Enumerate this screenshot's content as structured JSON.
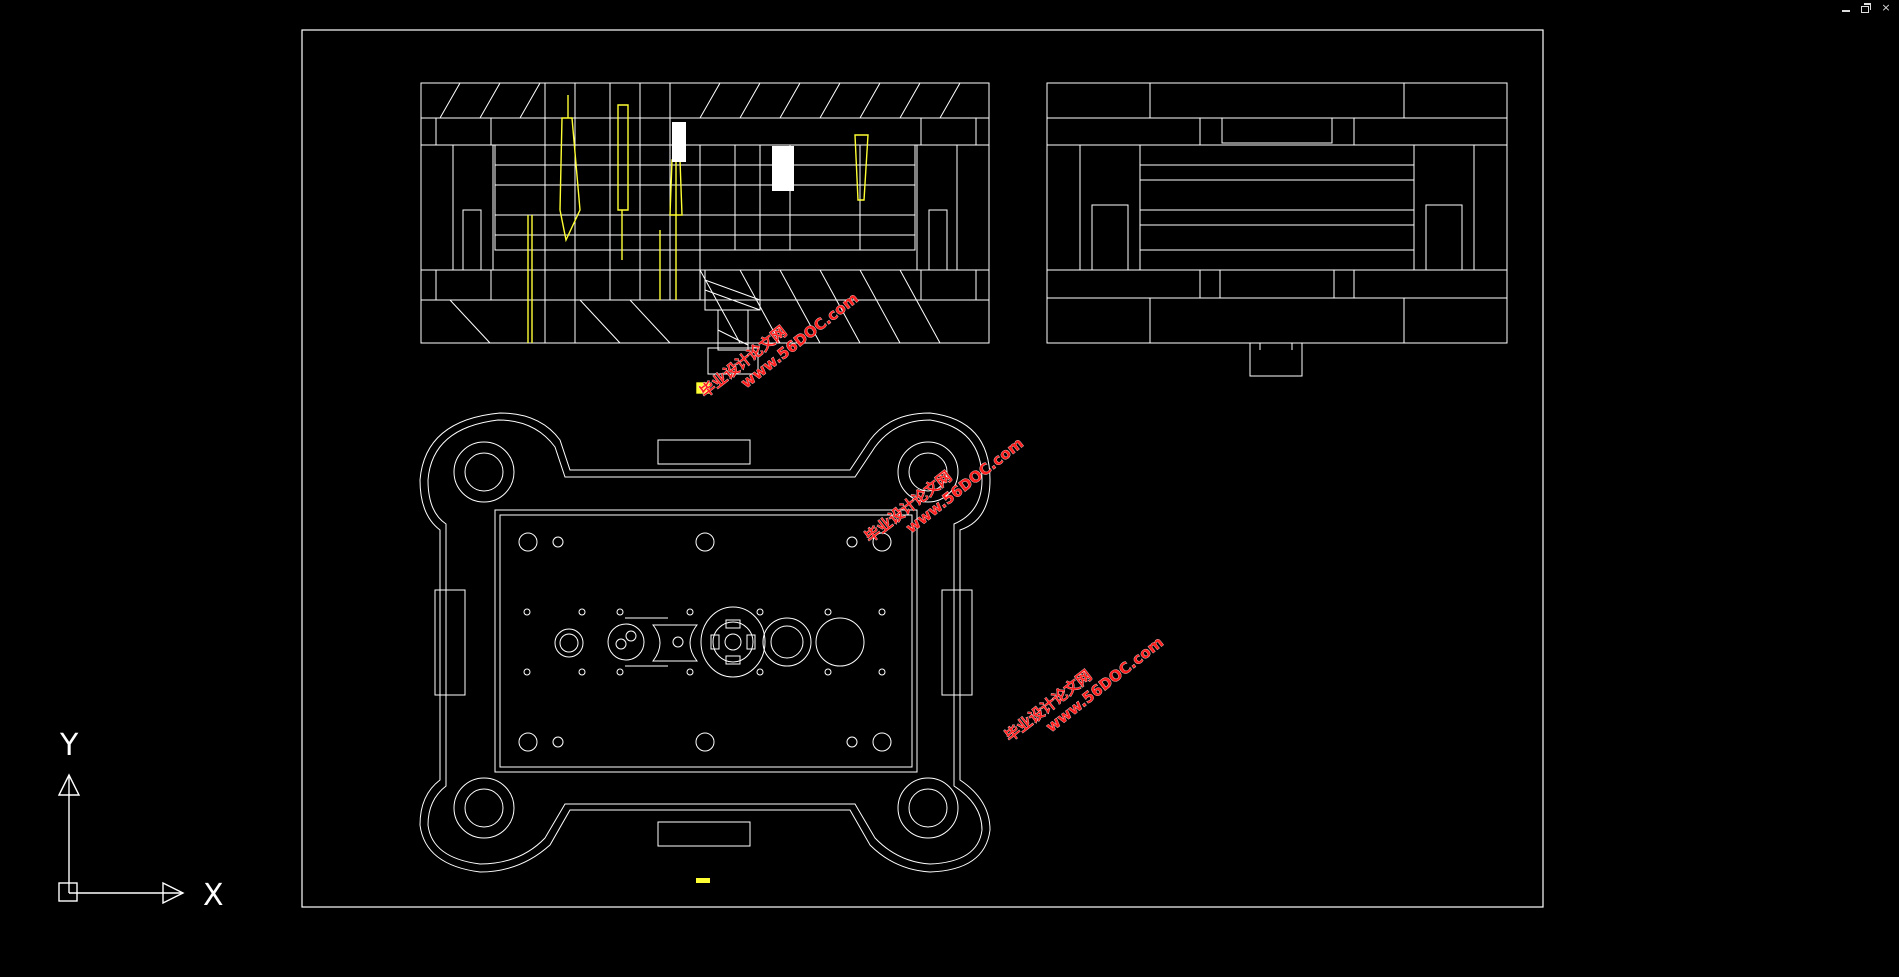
{
  "app": {
    "window_controls": {
      "minimize": "minimize",
      "restore": "restore",
      "close": "×"
    }
  },
  "ucs": {
    "x_label": "X",
    "y_label": "Y"
  },
  "watermarks": [
    {
      "cn": "毕业设计论文网",
      "url": "www.56DOC.com"
    },
    {
      "cn": "毕业设计论文网",
      "url": "www.56DOC.com"
    },
    {
      "cn": "毕业设计论文网",
      "url": "www.56DOC.com"
    }
  ],
  "colors": {
    "background": "#000000",
    "linework": "#ffffff",
    "highlight": "#ffff33",
    "watermark": "#ff2020"
  }
}
